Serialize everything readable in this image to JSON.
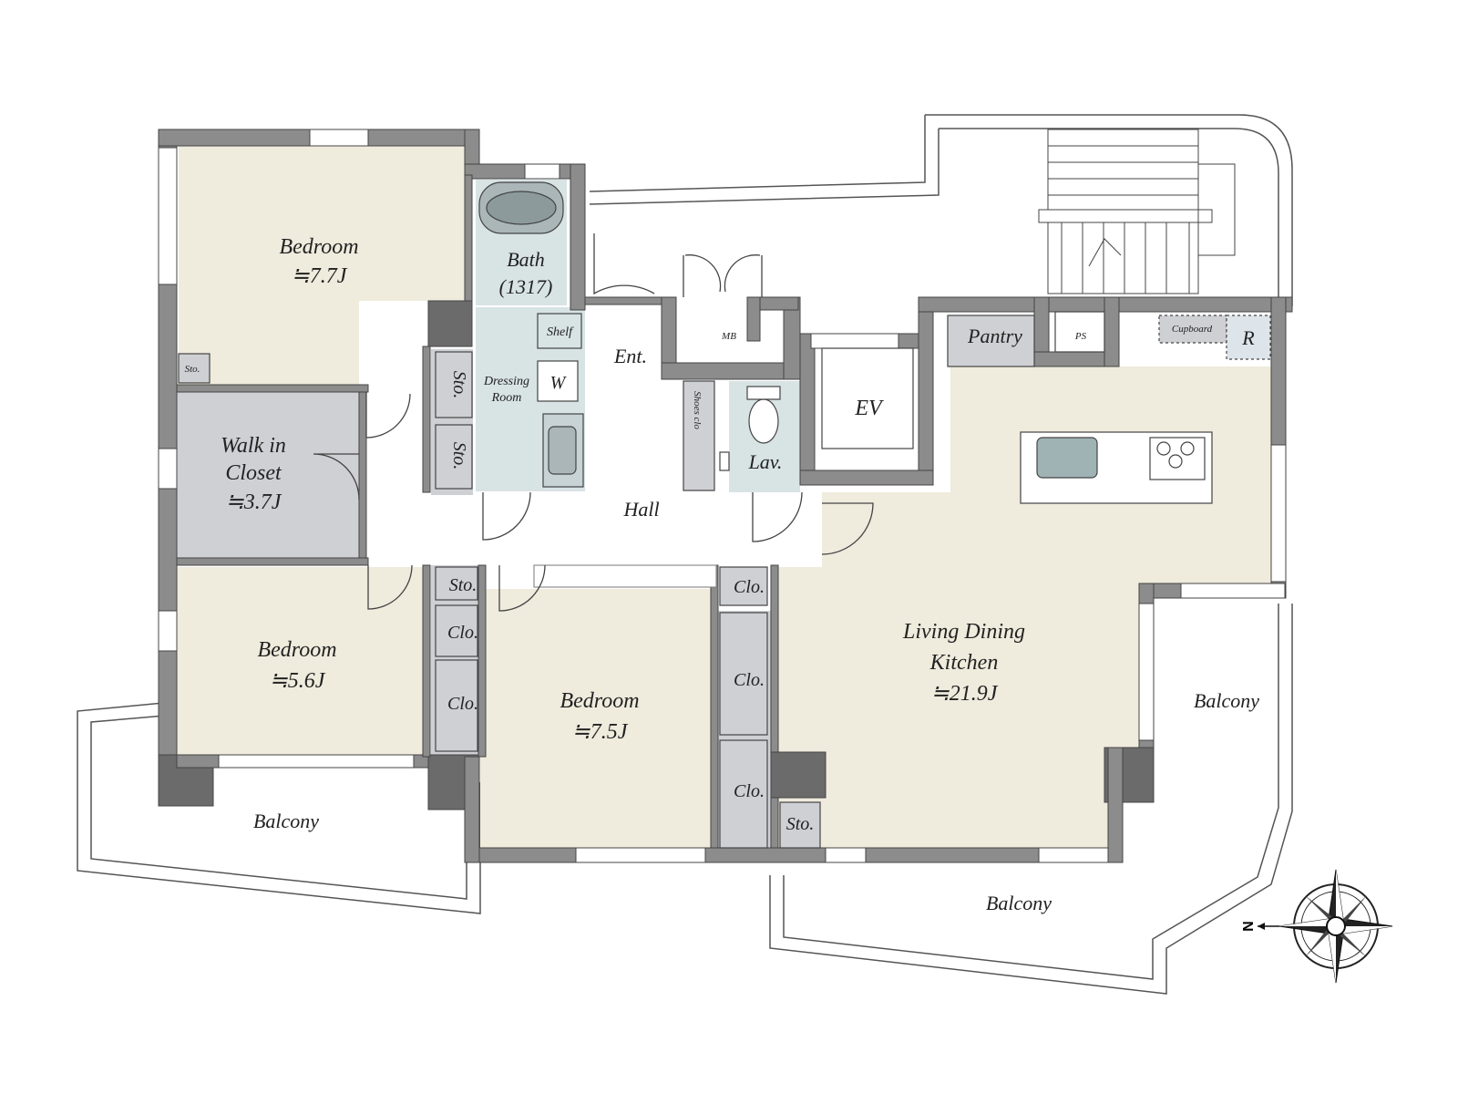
{
  "plan": {
    "rooms": {
      "bedroom_nw": {
        "name": "Bedroom",
        "size": "≒7.7J"
      },
      "bath": {
        "name": "Bath",
        "size": "(1317)"
      },
      "shelf": "Shelf",
      "dressing_line1": "Dressing",
      "dressing_line2": "Room",
      "washer": "W",
      "entrance": "Ent.",
      "mb": "MB",
      "shoes_clo": "Shoes clo",
      "lavatory": "Lav.",
      "elevator": "EV",
      "pantry": "Pantry",
      "ps": "PS",
      "cupboard": "Cupboard",
      "refrigerator": "R",
      "sto_small": "Sto.",
      "sto_1": "Sto.",
      "sto_2": "Sto.",
      "walk_in_line1": "Walk in",
      "walk_in_line2": "Closet",
      "walk_in_size": "≒3.7J",
      "hall": "Hall",
      "sto_3": "Sto.",
      "clo_1": "Clo.",
      "clo_2": "Clo.",
      "bedroom_sw": {
        "name": "Bedroom",
        "size": "≒5.6J"
      },
      "bedroom_mid": {
        "name": "Bedroom",
        "size": "≒7.5J"
      },
      "clo_3": "Clo.",
      "clo_4": "Clo.",
      "clo_5": "Clo.",
      "sto_4": "Sto.",
      "ldk_line1": "Living Dining",
      "ldk_line2": "Kitchen",
      "ldk_size": "≒21.9J"
    },
    "balconies": {
      "west": "Balcony",
      "south": "Balcony",
      "east": "Balcony"
    },
    "compass": {
      "north": "N"
    },
    "colors": {
      "wall": "#8c8c8c",
      "wall_dark": "#555555",
      "room_beige": "#efebdd",
      "closet_gray": "#cfd0d4",
      "wet_blue": "#d8e3e4",
      "floor_white": "#ffffff"
    }
  }
}
